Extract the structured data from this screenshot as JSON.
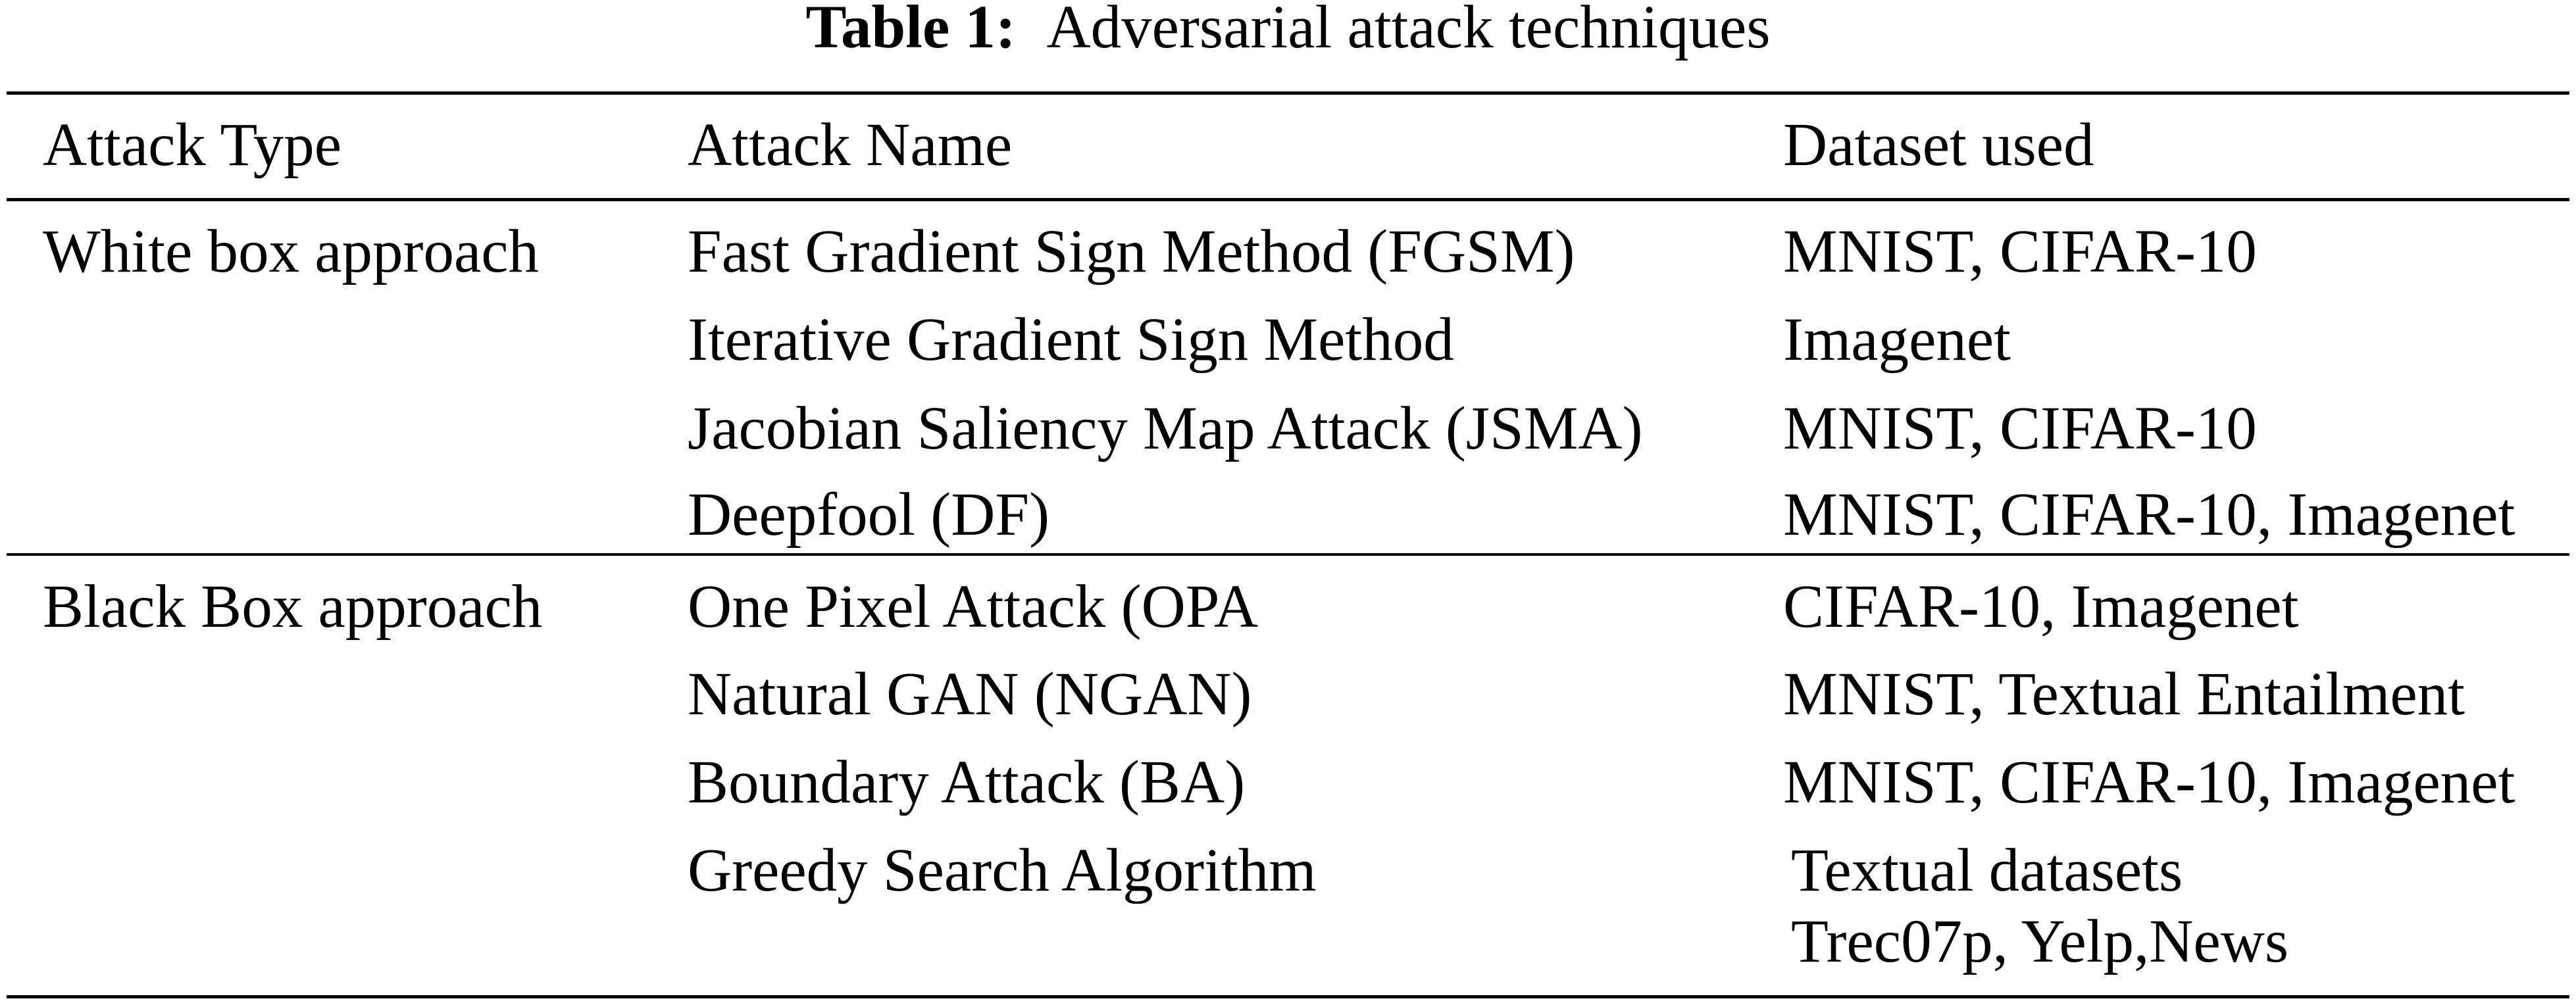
{
  "table": {
    "caption": {
      "label": "Table 1:",
      "title": "Adversarial attack techniques"
    },
    "columns": [
      "Attack Type",
      "Attack Name",
      "Dataset used"
    ],
    "groups": [
      {
        "type": "White box approach",
        "rows": [
          {
            "name": "Fast Gradient Sign Method (FGSM)",
            "dataset": [
              "MNIST, CIFAR-10"
            ]
          },
          {
            "name": "Iterative Gradient Sign Method",
            "dataset": [
              "Imagenet"
            ]
          },
          {
            "name": "Jacobian Saliency Map Attack (JSMA)",
            "dataset": [
              "MNIST, CIFAR-10"
            ]
          },
          {
            "name": "Deepfool (DF)",
            "dataset": [
              "MNIST, CIFAR-10, Imagenet"
            ]
          }
        ]
      },
      {
        "type": "Black Box approach",
        "rows": [
          {
            "name": "One Pixel Attack (OPA",
            "dataset": [
              "CIFAR-10, Imagenet"
            ]
          },
          {
            "name": "Natural GAN (NGAN)",
            "dataset": [
              "MNIST, Textual Entailment"
            ]
          },
          {
            "name": "Boundary Attack (BA)",
            "dataset": [
              "MNIST, CIFAR-10, Imagenet"
            ]
          },
          {
            "name": "Greedy Search Algorithm",
            "dataset": [
              "Textual datasets",
              "Trec07p, Yelp,News"
            ]
          }
        ]
      }
    ]
  }
}
